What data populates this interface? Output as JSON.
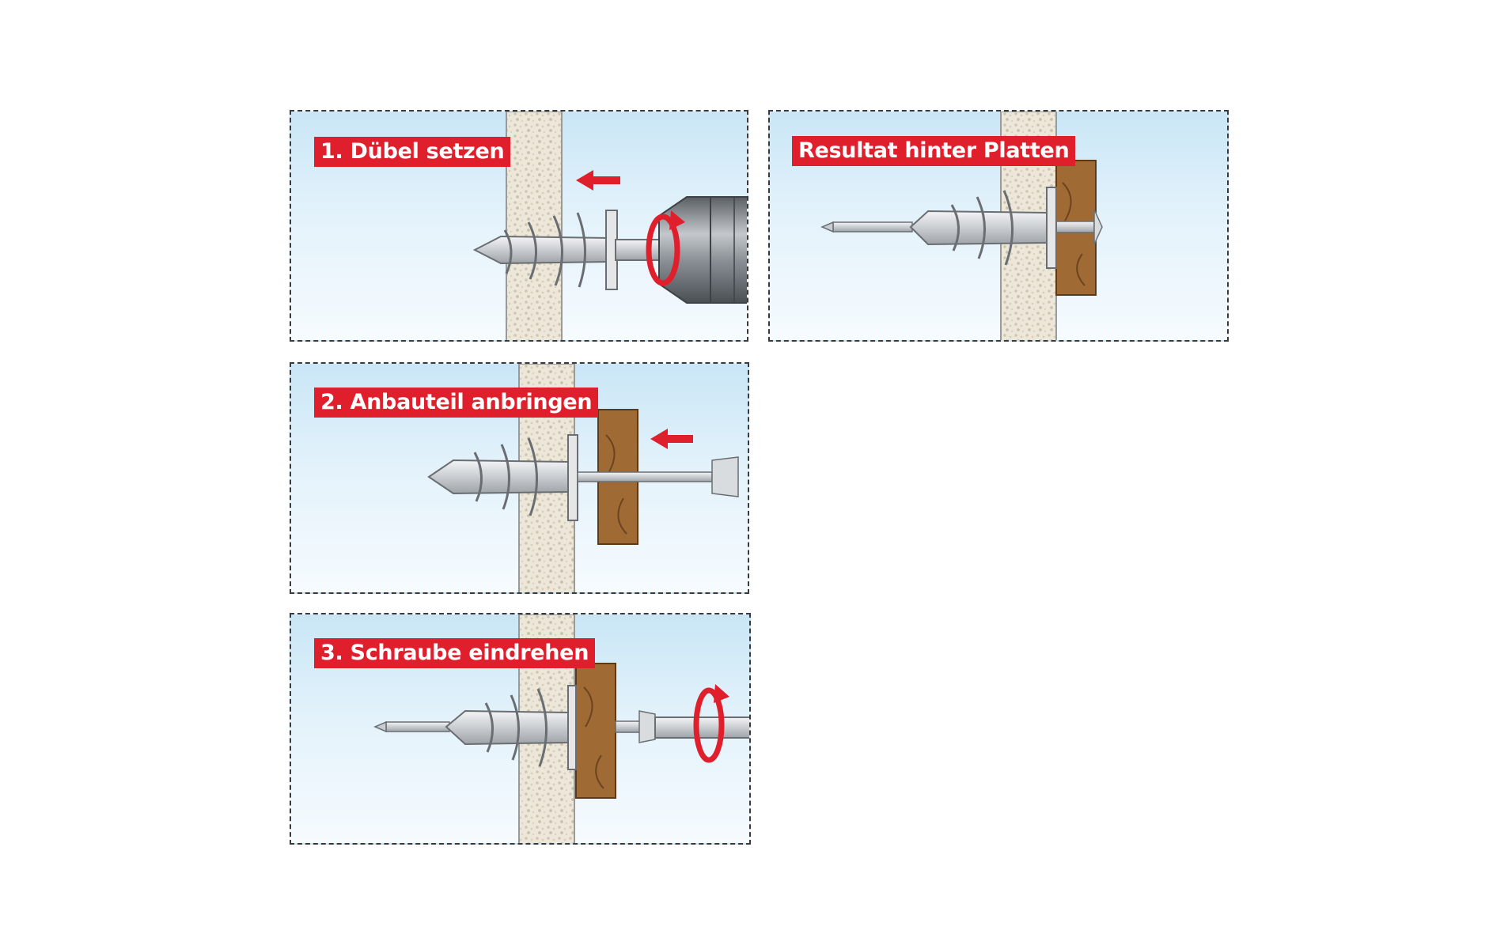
{
  "steps": [
    {
      "label": "1. Dübel setzen"
    },
    {
      "label": "2. Anbauteil anbringen"
    },
    {
      "label": "3. Schraube eindrehen"
    }
  ],
  "result": {
    "label": "Resultat hinter Platten"
  },
  "colors": {
    "label_background": "#e01f2d",
    "label_text": "#ffffff",
    "arrow": "#e01f2d",
    "wall_plate": "#ebe6d8",
    "wood": "#a06a34",
    "anchor_metal": "#d2d5d8",
    "drill_body": "#6f7479",
    "panel_background": "#dceffa"
  },
  "icons": [
    "drill-chuck-icon",
    "rotation-arrow-icon",
    "push-arrow-icon",
    "plasterboard-anchor-icon",
    "screw-icon",
    "wood-part-icon"
  ]
}
